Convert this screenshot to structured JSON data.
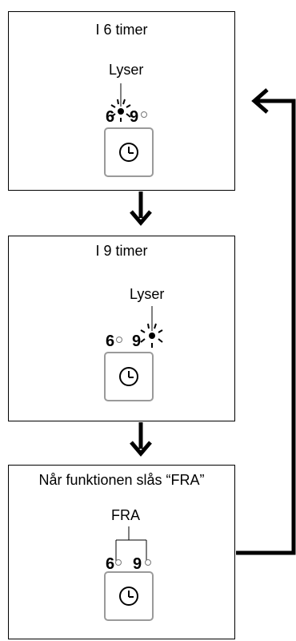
{
  "panels": [
    {
      "title": "I 6 timer",
      "state_label": "Lyser",
      "lamp_6": "6",
      "lamp_9": "9"
    },
    {
      "title": "I 9 timer",
      "state_label": "Lyser",
      "lamp_6": "6",
      "lamp_9": "9"
    },
    {
      "title": "Når funktionen slås “FRA”",
      "state_label": "FRA",
      "lamp_6": "6",
      "lamp_9": "9"
    }
  ],
  "icons": {
    "timer_button": "clock-icon"
  }
}
